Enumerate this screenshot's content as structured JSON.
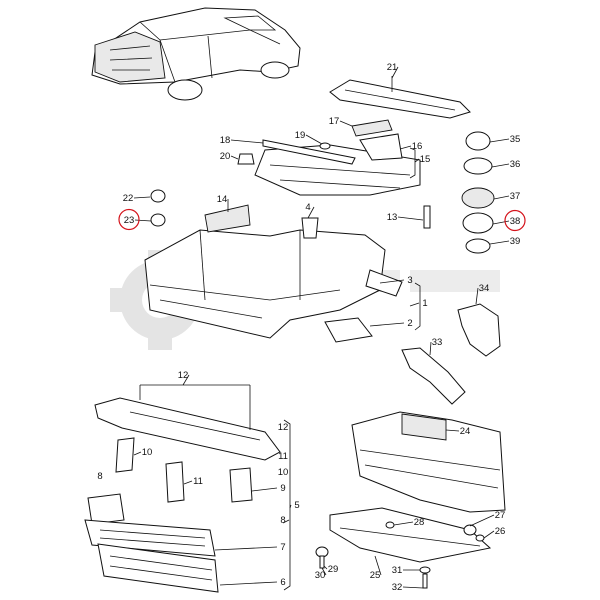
{
  "diagram": {
    "parts": [
      {
        "id": "1",
        "label": "1"
      },
      {
        "id": "2",
        "label": "2"
      },
      {
        "id": "3",
        "label": "3"
      },
      {
        "id": "4",
        "label": "4"
      },
      {
        "id": "5",
        "label": "5"
      },
      {
        "id": "6",
        "label": "6"
      },
      {
        "id": "7",
        "label": "7"
      },
      {
        "id": "8",
        "label": "8"
      },
      {
        "id": "9",
        "label": "9"
      },
      {
        "id": "10",
        "label": "10"
      },
      {
        "id": "11",
        "label": "11"
      },
      {
        "id": "12",
        "label": "12"
      },
      {
        "id": "13",
        "label": "13"
      },
      {
        "id": "14",
        "label": "14"
      },
      {
        "id": "15",
        "label": "15"
      },
      {
        "id": "16",
        "label": "16"
      },
      {
        "id": "17",
        "label": "17"
      },
      {
        "id": "18",
        "label": "18"
      },
      {
        "id": "19",
        "label": "19"
      },
      {
        "id": "20",
        "label": "20"
      },
      {
        "id": "21",
        "label": "21"
      },
      {
        "id": "22",
        "label": "22"
      },
      {
        "id": "23",
        "label": "23"
      },
      {
        "id": "24",
        "label": "24"
      },
      {
        "id": "25",
        "label": "25"
      },
      {
        "id": "26",
        "label": "26"
      },
      {
        "id": "27",
        "label": "27"
      },
      {
        "id": "28",
        "label": "28"
      },
      {
        "id": "29",
        "label": "29"
      },
      {
        "id": "30",
        "label": "30"
      },
      {
        "id": "31",
        "label": "31"
      },
      {
        "id": "32",
        "label": "32"
      },
      {
        "id": "33",
        "label": "33"
      },
      {
        "id": "34",
        "label": "34"
      },
      {
        "id": "35",
        "label": "35"
      },
      {
        "id": "36",
        "label": "36"
      },
      {
        "id": "37",
        "label": "37"
      },
      {
        "id": "38",
        "label": "38"
      },
      {
        "id": "39",
        "label": "39"
      }
    ],
    "highlighted": [
      "23",
      "38"
    ],
    "highlight_color": "#d4131b",
    "line_color": "#111111"
  }
}
